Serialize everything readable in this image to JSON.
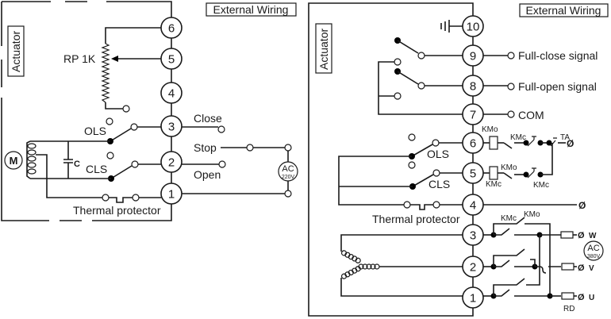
{
  "left_diagram": {
    "external_wiring_label": "External Wiring",
    "actuator_label": "Actuator",
    "terminals": [
      "6",
      "5",
      "4",
      "3",
      "2",
      "1"
    ],
    "potentiometer_label": "RP 1K",
    "ols_label": "OLS",
    "cls_label": "CLS",
    "capacitor_label": "C",
    "motor_label": "M",
    "thermal_protector_label": "Thermal protector",
    "close_label": "Close",
    "stop_label": "Stop",
    "open_label": "Open",
    "ac_label": "AC",
    "ac_voltage": "220V"
  },
  "right_diagram": {
    "external_wiring_label": "External Wiring",
    "actuator_label": "Actuator",
    "terminals": [
      "10",
      "9",
      "8",
      "7",
      "6",
      "5",
      "4",
      "3",
      "2",
      "1"
    ],
    "full_close_label": "Full-close signal",
    "full_open_label": "Full-open signal",
    "com_label": "COM",
    "ols_label": "OLS",
    "cls_label": "CLS",
    "thermal_protector_label": "Thermal protector",
    "kmo_label": "KMo",
    "kmc_label": "KMc",
    "ta_label": "TA",
    "phase_symbol": "Ø",
    "phase_w": "W",
    "phase_v": "V",
    "phase_u": "U",
    "rd_label": "RD",
    "ac_label": "AC",
    "ac_voltage": "380V"
  }
}
